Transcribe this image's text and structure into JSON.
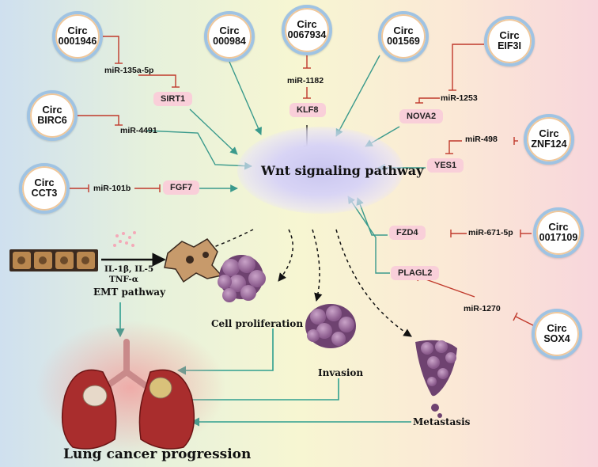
{
  "circrnas": {
    "c0001946": {
      "l1": "Circ",
      "l2": "0001946"
    },
    "c000984": {
      "l1": "Circ",
      "l2": "000984"
    },
    "c0067934": {
      "l1": "Circ",
      "l2": "0067934"
    },
    "c001569": {
      "l1": "Circ",
      "l2": "001569"
    },
    "eif3i": {
      "l1": "Circ",
      "l2": "EIF3I"
    },
    "birc6": {
      "l1": "Circ",
      "l2": "BIRC6"
    },
    "znf124": {
      "l1": "Circ",
      "l2": "ZNF124"
    },
    "cct3": {
      "l1": "Circ",
      "l2": "CCT3"
    },
    "c0017109": {
      "l1": "Circ",
      "l2": "0017109"
    },
    "sox4": {
      "l1": "Circ",
      "l2": "SOX4"
    }
  },
  "mirnas": {
    "mir135a": "miR-135a-5p",
    "mir1182": "miR-1182",
    "mir1253": "miR-1253",
    "mir4491": "miR-4491",
    "mir498": "miR-498",
    "mir101b": "miR-101b",
    "mir671": "miR-671-5p",
    "mir1270": "miR-1270"
  },
  "targets": {
    "sirt1": "SIRT1",
    "klf8": "KLF8",
    "nova2": "NOVA2",
    "yes1": "YES1",
    "fgf7": "FGF7",
    "fzd4": "FZD4",
    "plagl2": "PLAGL2"
  },
  "center": "Wnt signaling pathway",
  "emt": {
    "cytokines_1": "IL-1β, IL-5",
    "cytokines_2": "TNF-α",
    "label": "EMT pathway"
  },
  "outcomes": {
    "proliferation": "Cell proliferation",
    "invasion": "Invasion",
    "metastasis": "Metastasis"
  },
  "footer": "Lung cancer progression",
  "colors": {
    "activate_arrow": "#3a9a8c",
    "inhibit_line": "#c0392b",
    "flow_arrow": "#2f9f8f",
    "pill_bg": "#f9cfd9"
  }
}
